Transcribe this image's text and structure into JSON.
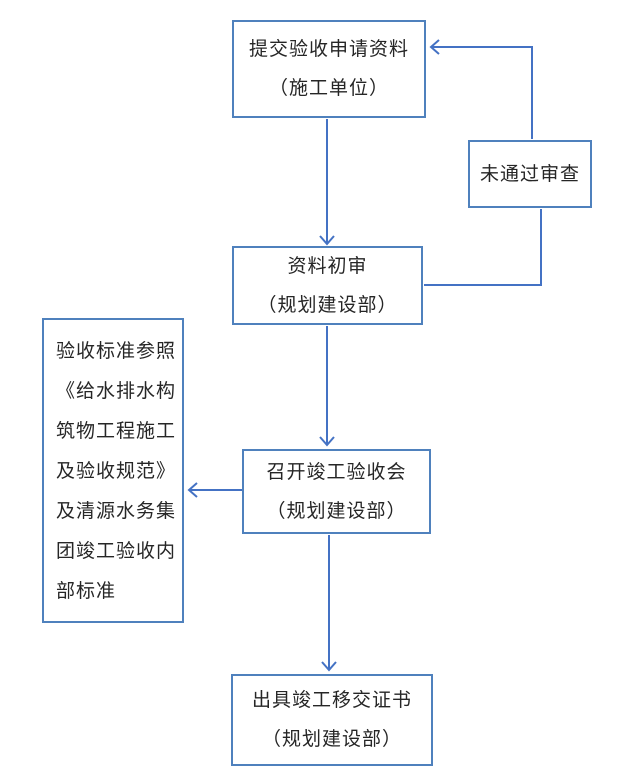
{
  "page": {
    "background": "#ffffff"
  },
  "colors": {
    "box_border": "#4F81BD",
    "connector": "#4472C4",
    "text": "#262626"
  },
  "flowchart": {
    "nodes": {
      "submit": {
        "line1": "提交验收申请资料",
        "line2": "（施工单位）"
      },
      "fail_review": {
        "label": "未通过审查"
      },
      "initial_review": {
        "line1": "资料初审",
        "line2": "（规划建设部）"
      },
      "standards_note": {
        "lines": [
          "验收标准参照",
          "《给水排水构",
          "筑物工程施工",
          "及验收规范》",
          "及清源水务集",
          "团竣工验收内",
          "部标准"
        ]
      },
      "meeting": {
        "line1": "召开竣工验收会",
        "line2": "（规划建设部）"
      },
      "certificate": {
        "line1": "出具竣工移交证书",
        "line2": "（规划建设部）"
      }
    }
  }
}
